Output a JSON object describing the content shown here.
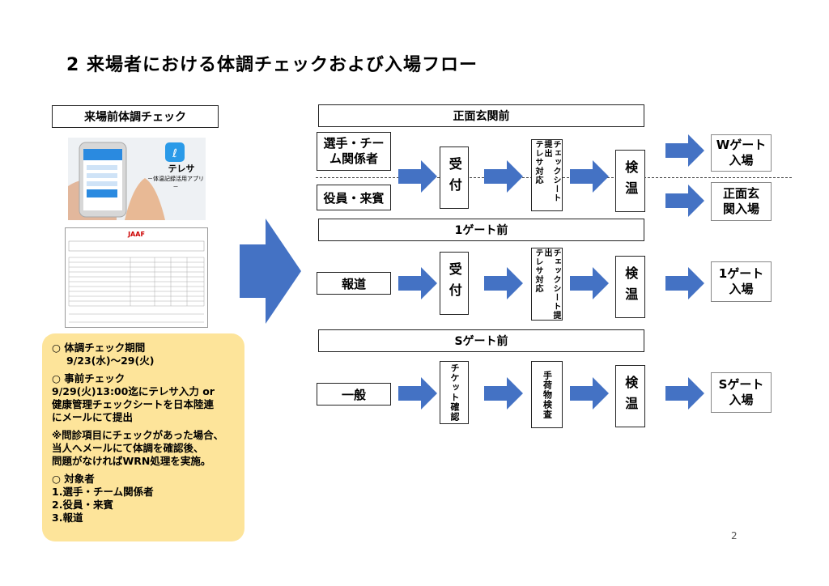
{
  "title": "2  来場者における体調チェックおよび入場フロー",
  "left": {
    "header": "来場前体調チェック",
    "app_name": "テレサ",
    "app_sub": "－体温記録活用アプリ－",
    "doc_title": "JAAF",
    "note": {
      "period_head": "○ 体調チェック期間",
      "period": "9/23(水)～29(火)",
      "pre_head": "○ 事前チェック",
      "pre_body": "9/29(火)13:00迄にテレサ入力 or\n健康管理チェックシートを日本陸連\nにメールにて提出",
      "caution": "※問診項目にチェックがあった場合、\n当人へメールにて体調を確認後、\n問題がなければWRN処理を実施。",
      "target_head": "○ 対象者",
      "target_1": "1.選手・チーム関係者",
      "target_2": "2.役員・来賓",
      "target_3": "3.報道"
    }
  },
  "flow": {
    "sec1": {
      "header": "正面玄関前",
      "src_top": "選手・チー\nム関係者",
      "src_bottom": "役員・来賓",
      "step1": "受付",
      "step2": "チェックシート提出\nテレサ対応",
      "step3": "検温",
      "out_top": "Wゲート\n入場",
      "out_bottom": "正面玄\n関入場"
    },
    "sec2": {
      "header": "1ゲート前",
      "src": "報道",
      "step1": "受付",
      "step2": "チェックシート提出\nテレサ対応",
      "step3": "検温",
      "out": "1ゲート\n入場"
    },
    "sec3": {
      "header": "Sゲート前",
      "src": "一般",
      "step1": "チケット確認",
      "step2": "手荷物検査",
      "step3": "検温",
      "out": "Sゲート\n入場"
    }
  },
  "page_number": "2",
  "colors": {
    "arrow": "#4472C4",
    "note_bg": "#FDE49A"
  }
}
